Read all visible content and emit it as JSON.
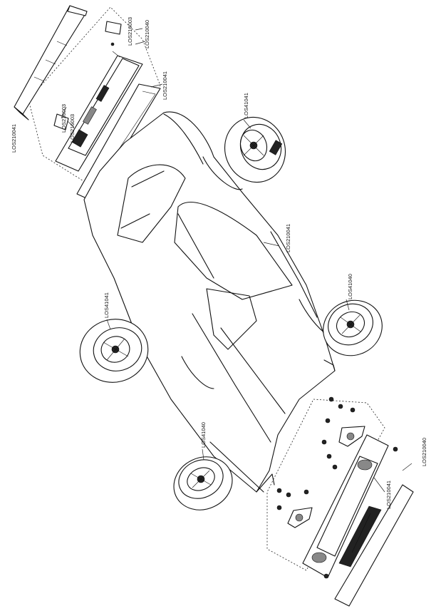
{
  "callouts": {
    "spoiler_assembly": "LOS210041",
    "rear_bracket": "LOS210040",
    "rear_mount_upper": "LOS216003",
    "rear_light_trim": "LOS210041",
    "rear_mount_lower_a": "LOS216003",
    "rear_mount_lower_b": "LOS216003",
    "body_shell": "LOS210041",
    "rear_wheel_right": "LOS41041",
    "rear_wheel_left": "LOS41041",
    "front_wheel_right": "LOS41040",
    "front_wheel_left": "LOS41040",
    "front_bumper": "LOS210041",
    "front_grille": "LOS210040"
  }
}
